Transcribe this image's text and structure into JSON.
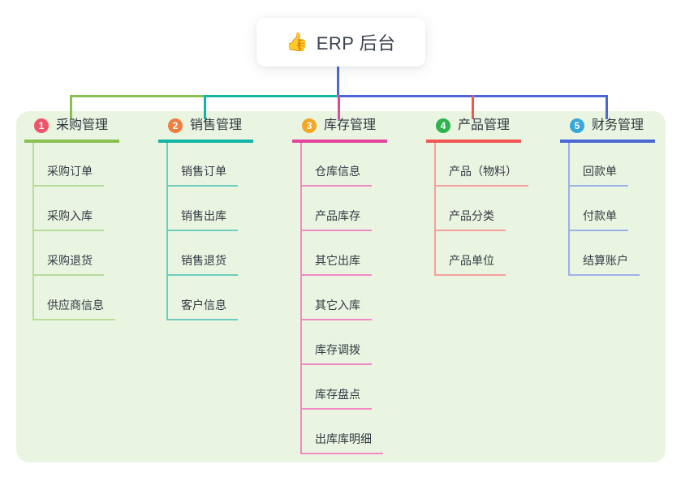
{
  "root": {
    "icon": "👍",
    "title": "ERP 后台"
  },
  "branches": [
    {
      "number": "1",
      "label": "采购管理",
      "badge_color": "#f0546a",
      "line_color": "#88c152",
      "child_line_color": "#b7dc9a",
      "children": [
        "采购订单",
        "采购入库",
        "采购退货",
        "供应商信息"
      ]
    },
    {
      "number": "2",
      "label": "销售管理",
      "badge_color": "#ef7e43",
      "line_color": "#13b5a6",
      "child_line_color": "#6fccc1",
      "children": [
        "销售订单",
        "销售出库",
        "销售退货",
        "客户信息"
      ]
    },
    {
      "number": "3",
      "label": "库存管理",
      "badge_color": "#f5a623",
      "line_color": "#e2459e",
      "child_line_color": "#f189c5",
      "children": [
        "仓库信息",
        "产品库存",
        "其它出库",
        "其它入库",
        "库存调拨",
        "库存盘点",
        "出库库明细"
      ]
    },
    {
      "number": "4",
      "label": "产品管理",
      "badge_color": "#2eb34e",
      "line_color": "#f25555",
      "child_line_color": "#f6a09b",
      "children": [
        "产品（物料）",
        "产品分类",
        "产品单位"
      ]
    },
    {
      "number": "5",
      "label": "财务管理",
      "badge_color": "#38a7da",
      "line_color": "#4b67d5",
      "child_line_color": "#9fb0e8",
      "children": [
        "回款单",
        "付款单",
        "结算账户"
      ]
    }
  ],
  "colors": {
    "canvas_bg": "#ffffff",
    "panel_bg": "#e9f5e1",
    "root_stem": "#4b67d5",
    "node_text": "#333a45",
    "root_text": "#39404e"
  }
}
